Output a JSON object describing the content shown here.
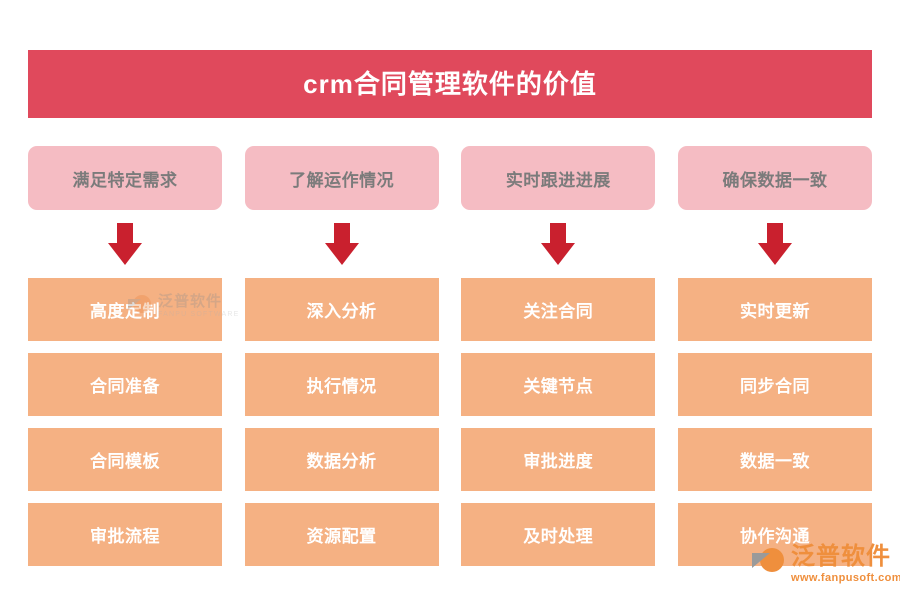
{
  "banner": {
    "title": "crm合同管理软件的价值",
    "background": "#e0495c",
    "text_color": "#ffffff"
  },
  "palette": {
    "banner_red": "#e0495c",
    "header_pink": "#f5bcc3",
    "header_text_gray": "#7b7b7b",
    "item_orange": "#f5b183",
    "item_text_white": "#ffffff",
    "arrow_red": "#c9202e",
    "logo_orange": "#ef8f3d",
    "page_background": "#ffffff"
  },
  "columns": [
    {
      "header": "满足特定需求",
      "arrow_icon": "arrow-down-icon",
      "items": [
        "高度定制",
        "合同准备",
        "合同模板",
        "审批流程"
      ]
    },
    {
      "header": "了解运作情况",
      "arrow_icon": "arrow-down-icon",
      "items": [
        "深入分析",
        "执行情况",
        "数据分析",
        "资源配置"
      ]
    },
    {
      "header": "实时跟进进展",
      "arrow_icon": "arrow-down-icon",
      "items": [
        "关注合同",
        "关键节点",
        "审批进度",
        "及时处理"
      ]
    },
    {
      "header": "确保数据一致",
      "arrow_icon": "arrow-down-icon",
      "items": [
        "实时更新",
        "同步合同",
        "数据一致",
        "协作沟通"
      ]
    }
  ],
  "watermark": {
    "company_cn": "泛普软件",
    "company_en": "FANPU SOFTWARE"
  },
  "brand_logo": {
    "company_cn": "泛普软件",
    "website": "www.fanpusoft.com"
  }
}
